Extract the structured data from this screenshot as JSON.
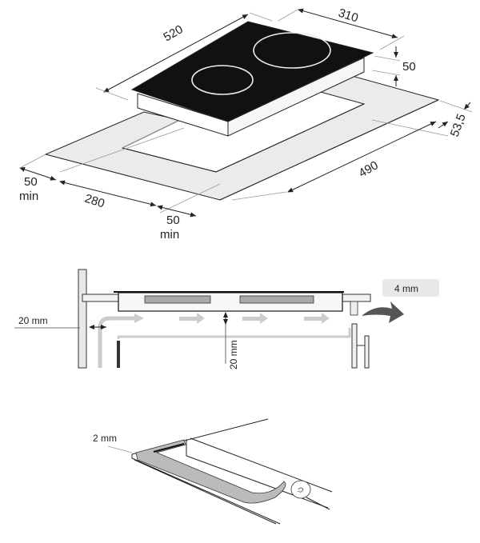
{
  "installation_dimensions": {
    "hob_length": "520",
    "hob_width": "310",
    "hob_height": "50",
    "cutout_depth_offset": "53,5",
    "cutout_length": "490",
    "cutout_width": "280",
    "min_clearance_left": "50",
    "min_clearance_left_unit": "min",
    "min_clearance_front": "50",
    "min_clearance_front_unit": "min"
  },
  "ventilation": {
    "gap_label": "4 mm",
    "wall_gap_label": "20 mm",
    "under_gap_label": "20 mm"
  },
  "seal": {
    "thickness_label": "2 mm"
  }
}
